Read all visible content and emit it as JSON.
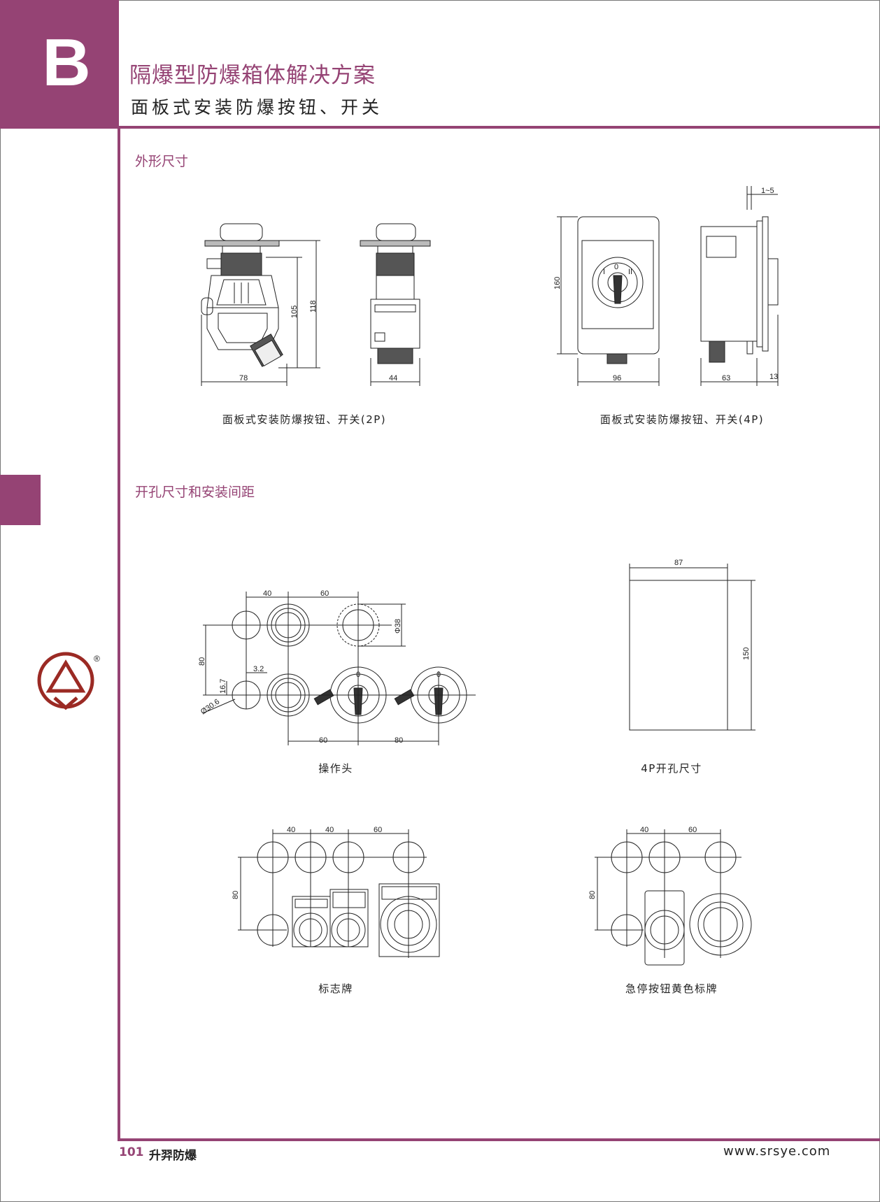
{
  "header": {
    "section_letter": "B",
    "title": "隔爆型防爆箱体解决方案",
    "subtitle": "面板式安装防爆按钮、开关"
  },
  "sections": {
    "outline": "外形尺寸",
    "cutout": "开孔尺寸和安装间距"
  },
  "captions": {
    "p2": "面板式安装防爆按钮、开关(2P)",
    "p4": "面板式安装防爆按钮、开关(4P)",
    "operator_head": "操作头",
    "cutout_4p": "4P开孔尺寸",
    "label_plate": "标志牌",
    "estop_plate": "急停按钮黄色标牌"
  },
  "dimensions": {
    "d_2p_width": "78",
    "d_2p_side": "44",
    "d_2p_h1": "105",
    "d_2p_h2": "118",
    "d_4p_height": "160",
    "d_4p_width": "96",
    "d_4p_depth": "63",
    "d_4p_front": "13",
    "d_4p_range": "1~5",
    "op_40": "40",
    "op_60a": "60",
    "op_phi38": "Φ38",
    "op_80v": "80",
    "op_32": "3.2",
    "op_167": "16.7",
    "op_phi306": "Ø30.6",
    "op_60b": "60",
    "op_80b": "80",
    "c4p_87": "87",
    "c4p_150": "150",
    "lp_40a": "40",
    "lp_40b": "40",
    "lp_60": "60",
    "lp_80": "80",
    "es_40": "40",
    "es_60": "60",
    "es_80": "80",
    "switch_0": "0",
    "switch_I": "I",
    "switch_II": "II"
  },
  "logo": {
    "mark": "®"
  },
  "footer": {
    "page_number": "101",
    "brand": "升羿防爆",
    "url": "www.srsye.com"
  },
  "colors": {
    "accent": "#954374"
  }
}
